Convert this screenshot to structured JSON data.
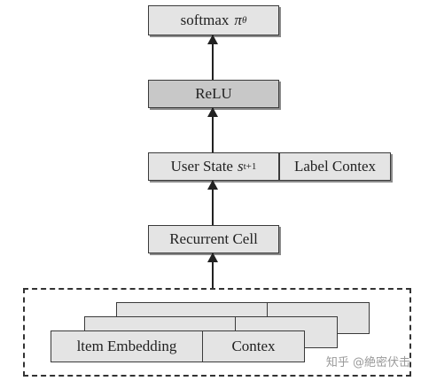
{
  "nodes": {
    "softmax": {
      "label": "softmax",
      "symbol": "π",
      "subscript": "θ"
    },
    "relu": {
      "label": "ReLU"
    },
    "user_state": {
      "label": "User State",
      "symbol": "s",
      "subscript": "t+1"
    },
    "label_context": {
      "label": "Label Contex"
    },
    "recurrent_cell": {
      "label": "Recurrent Cell"
    },
    "item_embedding": {
      "label": "ltem Embedding"
    },
    "context": {
      "label": "Contex"
    }
  },
  "watermark": {
    "text": "知乎 @絶密伏击"
  }
}
